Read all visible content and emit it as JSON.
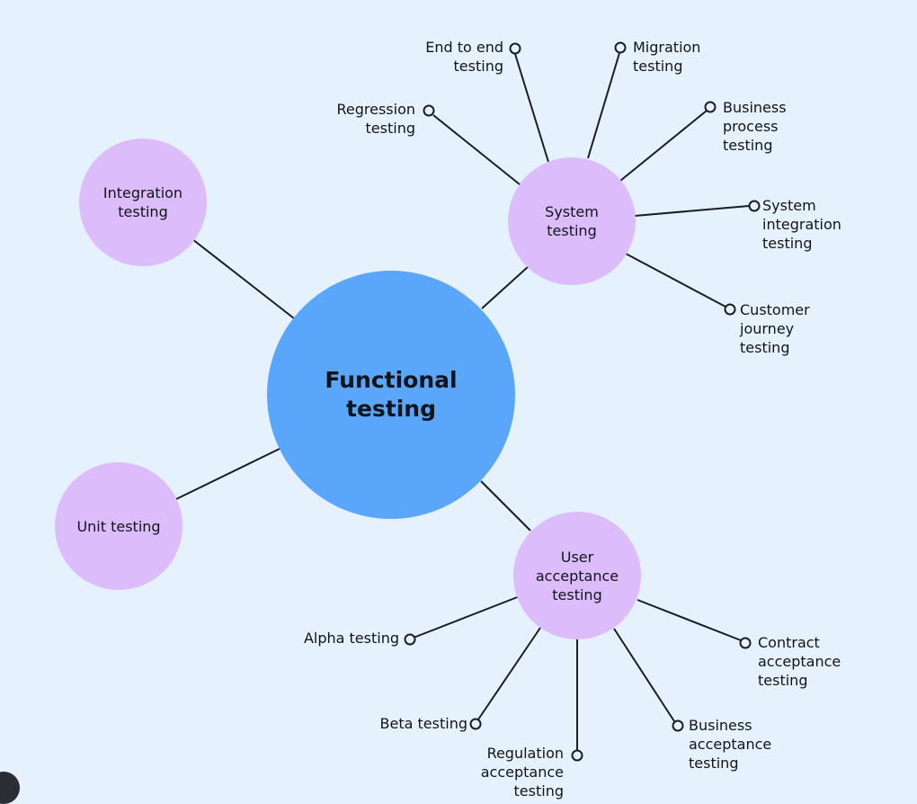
{
  "center": "Functional\ntesting",
  "branches": {
    "integration": "Integration\ntesting",
    "unit": "Unit testing",
    "system": "System\ntesting",
    "uat": "User\nacceptance\ntesting"
  },
  "system_children": {
    "end_to_end": "End to end\ntesting",
    "migration": "Migration\ntesting",
    "regression": "Regression\ntesting",
    "business_process": "Business\nprocess\ntesting",
    "system_integration": "System\nintegration\ntesting",
    "customer_journey": "Customer\njourney\ntesting"
  },
  "uat_children": {
    "alpha": "Alpha testing",
    "beta": "Beta testing",
    "regulation": "Regulation\nacceptance\ntesting",
    "business_acceptance": "Business\nacceptance\ntesting",
    "contract": "Contract\nacceptance\ntesting"
  },
  "colors": {
    "background": "#e6f1fe",
    "center_node": "#5aa6fb",
    "branch_node": "#dcbcfb",
    "line": "#1a1d22"
  }
}
